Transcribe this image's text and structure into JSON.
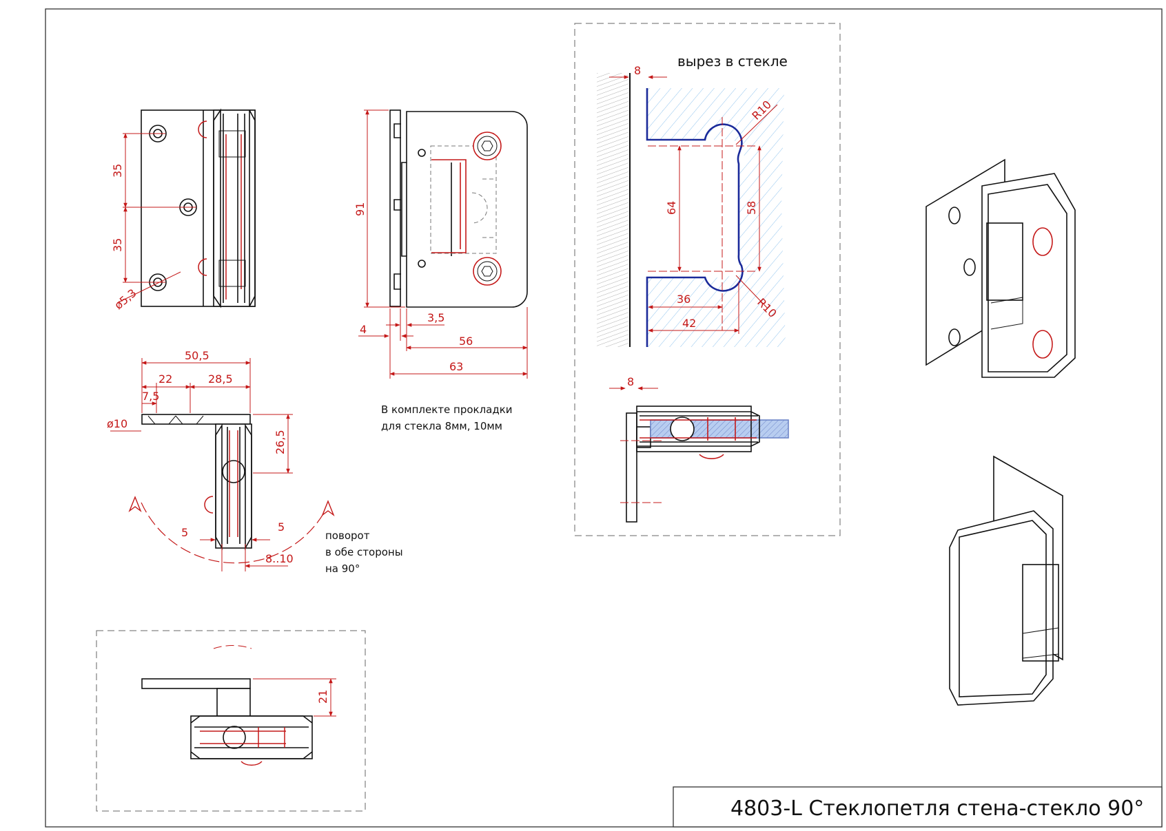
{
  "title_block": {
    "title": "4803-L Стеклопетля стена-стекло 90°"
  },
  "front_view": {
    "dims": {
      "spacing_top": "35",
      "spacing_bottom": "35",
      "hole_diameter": "ø5,3"
    }
  },
  "side_view": {
    "dims": {
      "height": "91",
      "plate_thickness": "4",
      "gap": "3,5",
      "body_width": "56",
      "overall_width": "63"
    }
  },
  "top_view": {
    "dims": {
      "overall": "50,5",
      "left": "22",
      "right": "28,5",
      "hole_offset": "7,5",
      "hole_diameter": "ø10",
      "depth": "26,5",
      "clearance_left": "5",
      "clearance_right": "5",
      "glass": "8..10"
    },
    "rotation_note": [
      "поворот",
      "в обе стороны",
      "на 90°"
    ]
  },
  "kit_note": [
    "В комплекте прокладки",
    "для стекла 8мм, 10мм"
  ],
  "glass_cutout": {
    "caption": "вырез в стекле",
    "dims": {
      "wall_gap": "8",
      "radius_top": "R10",
      "radius_bottom": "R10",
      "outer_height": "64",
      "inner_height": "58",
      "depth_inner": "36",
      "depth_outer": "42"
    }
  },
  "section_view": {
    "dims": {
      "wall_gap": "8"
    }
  },
  "closed_view": {
    "dims": {
      "height": "21"
    }
  },
  "colors": {
    "line": "#111111",
    "dimension": "#c41818",
    "cutout": "#1a2a9a",
    "hatch": "#8fc3ee",
    "glass": "#b8cdf0"
  },
  "icons": [
    "rotate-arrow-icon",
    "hex-screw-icon"
  ]
}
